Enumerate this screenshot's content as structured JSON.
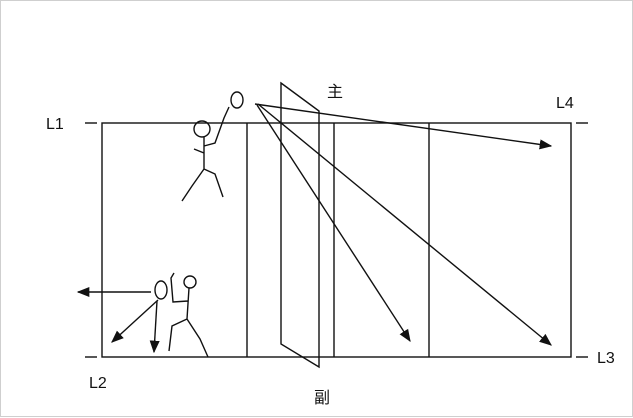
{
  "labels": {
    "l1": "L1",
    "l2": "L2",
    "l3": "L3",
    "l4": "L4",
    "main": "主",
    "sub": "副"
  },
  "colors": {
    "stroke": "#111111",
    "frame": "#cfcfcf"
  }
}
